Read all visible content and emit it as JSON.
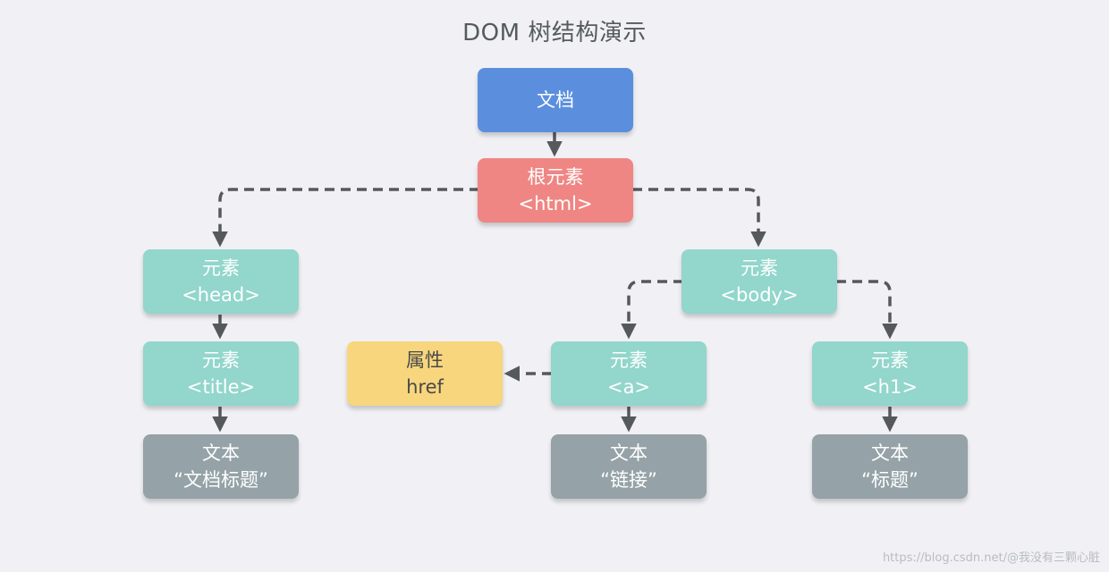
{
  "title": "DOM 树结构演示",
  "nodes": {
    "document": {
      "line1": "文档"
    },
    "html": {
      "line1": "根元素",
      "line2": "<html>"
    },
    "head": {
      "line1": "元素",
      "line2": "<head>"
    },
    "body": {
      "line1": "元素",
      "line2": "<body>"
    },
    "title": {
      "line1": "元素",
      "line2": "<title>"
    },
    "a": {
      "line1": "元素",
      "line2": "<a>"
    },
    "h1": {
      "line1": "元素",
      "line2": "<h1>"
    },
    "href": {
      "line1": "属性",
      "line2": "href"
    },
    "text_title": {
      "line1": "文本",
      "line2": "“文档标题”"
    },
    "text_link": {
      "line1": "文本",
      "line2": "“链接”"
    },
    "text_heading": {
      "line1": "文本",
      "line2": "“标题”"
    }
  },
  "colors": {
    "document": "#5b8fde",
    "root": "#ef8683",
    "element": "#92d6cc",
    "attribute": "#f7d67d",
    "text": "#95a2a7",
    "connector": "#55595e"
  },
  "watermark": "https://blog.csdn.net/@我没有三颗心脏"
}
